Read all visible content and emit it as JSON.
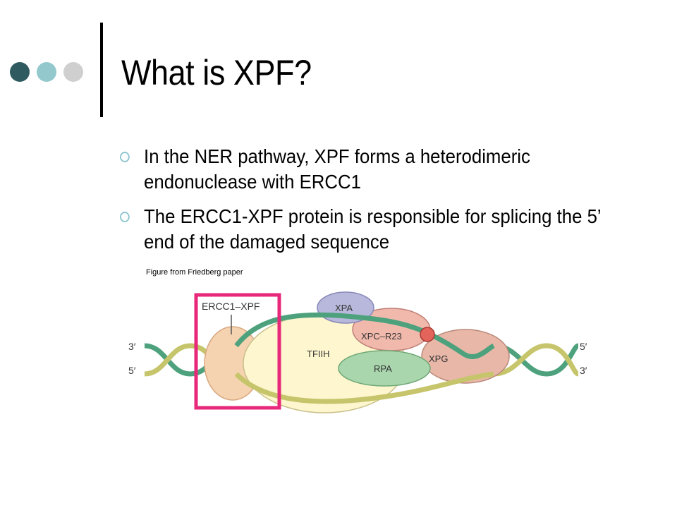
{
  "slide": {
    "title": "What is XPF?",
    "bullets": [
      "In the NER pathway, XPF forms a heterodimeric endonuclease with ERCC1",
      "The ERCC1-XPF protein is responsible for splicing the 5’ end of the damaged sequence"
    ],
    "caption": "Figure from Friedberg paper"
  },
  "figure": {
    "labels": {
      "ercc1_xpf": "ERCC1–XPF",
      "tfiih": "TFIIH",
      "xpa": "XPA",
      "xpc": "XPC–R23",
      "rpa": "RPA",
      "xpg": "XPG",
      "left_top": "3′",
      "left_bottom": "5′",
      "right_top": "5′",
      "right_bottom": "3′"
    }
  },
  "colors": {
    "dot_dark": "#2f5a60",
    "dot_teal": "#93c8cc",
    "dot_grey": "#cfcfcf",
    "highlight_box": "#e8287a",
    "strand_green": "#4da27d",
    "strand_yellow": "#c6c56b"
  },
  "icons": [
    "bullet-ring-icon"
  ]
}
